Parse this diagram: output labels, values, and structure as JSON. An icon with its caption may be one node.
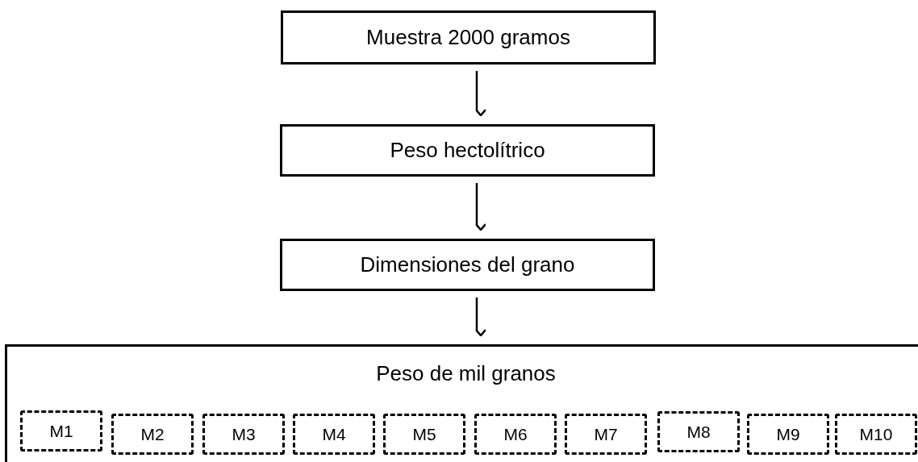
{
  "diagram": {
    "nodes": [
      {
        "text": [
          "Muestra 2000 gramos"
        ]
      },
      {
        "text": [
          "Peso hectolítrico"
        ]
      },
      {
        "text": [
          "Dimensiones del grano"
        ]
      },
      {
        "text": [
          "Peso de mil granos"
        ]
      },
      {
        "text": [
          "M1"
        ],
        "in": 3
      },
      {
        "text": [
          "M2"
        ],
        "in": 3
      },
      {
        "text": [
          "M3"
        ],
        "in": 3
      },
      {
        "text": [
          "M4"
        ],
        "in": 3
      },
      {
        "text": [
          "M5"
        ],
        "in": 3
      },
      {
        "text": [
          "M6"
        ],
        "in": 3
      },
      {
        "text": [
          "M7"
        ],
        "in": 3
      },
      {
        "text": [
          "M8"
        ],
        "in": 3
      },
      {
        "text": [
          "M9"
        ],
        "in": 3
      },
      {
        "text": [
          "M10"
        ],
        "in": 3
      }
    ],
    "edges": [
      {
        "from": 0,
        "to": 1,
        "arrow": "to"
      },
      {
        "from": 1,
        "to": 2,
        "arrow": "to"
      },
      {
        "from": 2,
        "to": 3,
        "arrow": "to"
      }
    ]
  }
}
